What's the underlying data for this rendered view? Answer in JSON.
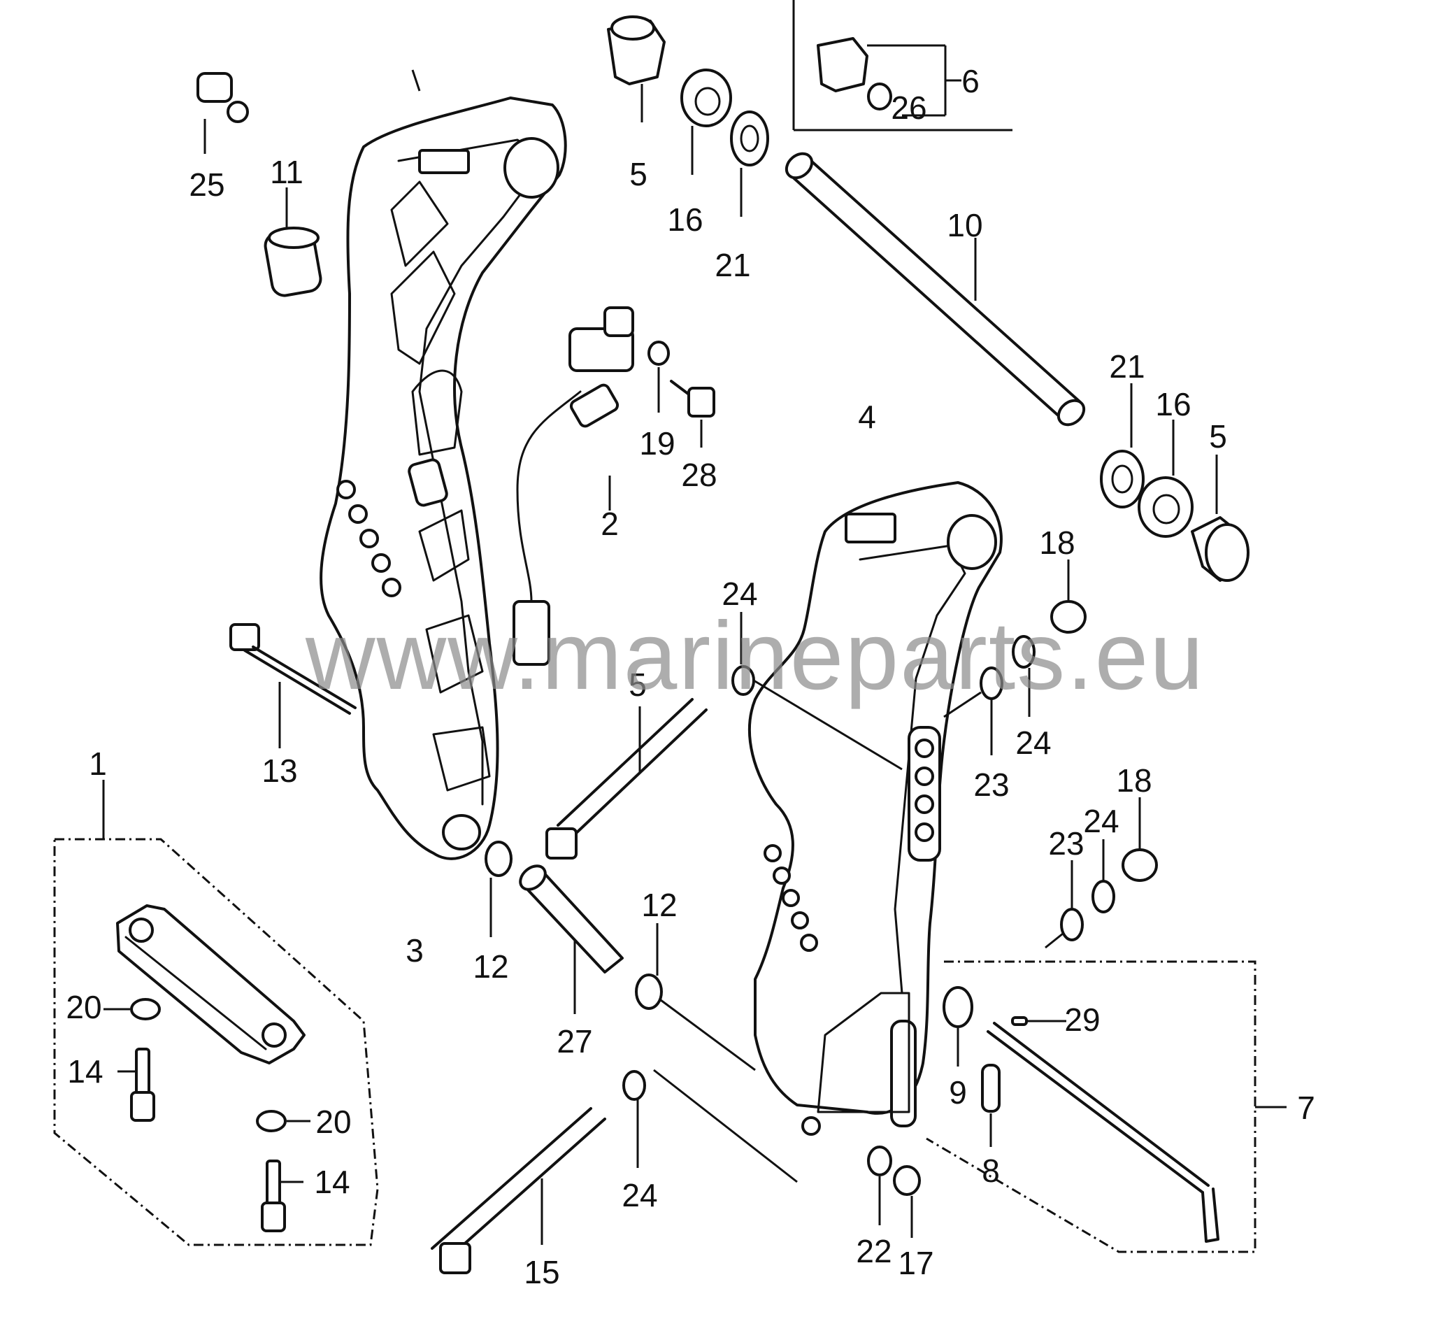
{
  "watermark": "www.marineparts.eu",
  "callouts": [
    "1",
    "2",
    "3",
    "4",
    "5",
    "5",
    "5",
    "6",
    "7",
    "8",
    "9",
    "10",
    "11",
    "12",
    "12",
    "13",
    "14",
    "14",
    "15",
    "16",
    "16",
    "17",
    "18",
    "18",
    "19",
    "20",
    "20",
    "21",
    "21",
    "22",
    "23",
    "23",
    "24",
    "24",
    "24",
    "24",
    "25",
    "26",
    "27",
    "28",
    "29"
  ]
}
